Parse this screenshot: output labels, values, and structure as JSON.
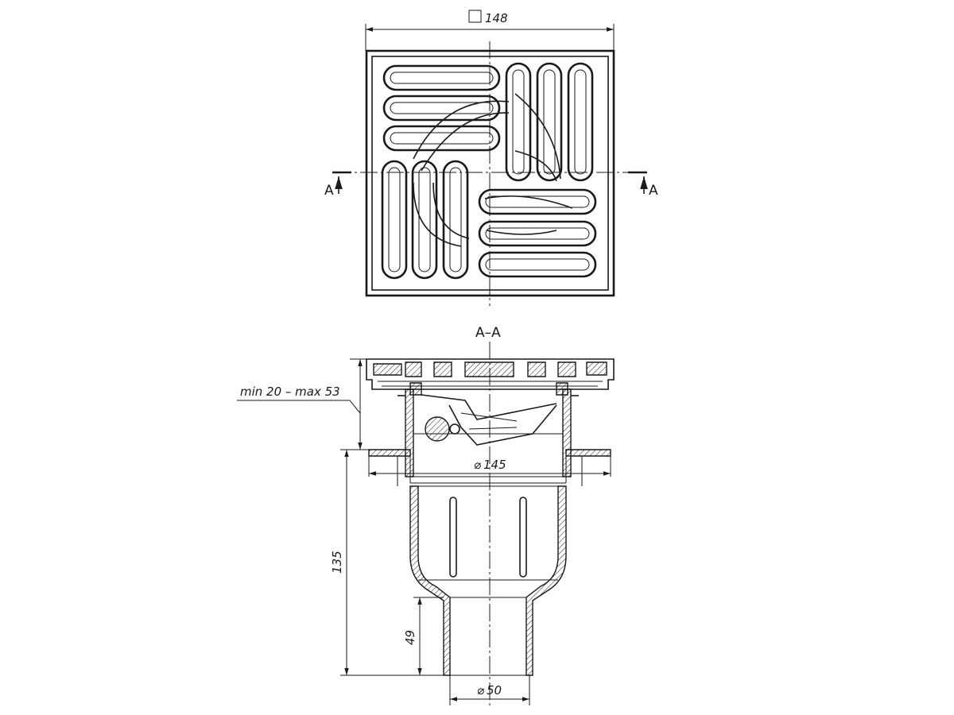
{
  "top_view": {
    "width_dim": "148",
    "section_mark_left": "A",
    "section_mark_right": "A"
  },
  "section_view": {
    "title": "A–A",
    "dim_adjust": "min 20 – max 53",
    "dim_flange_dia": "145",
    "dim_height": "135",
    "dim_outlet_height": "49",
    "dim_outlet_dia": "50"
  }
}
